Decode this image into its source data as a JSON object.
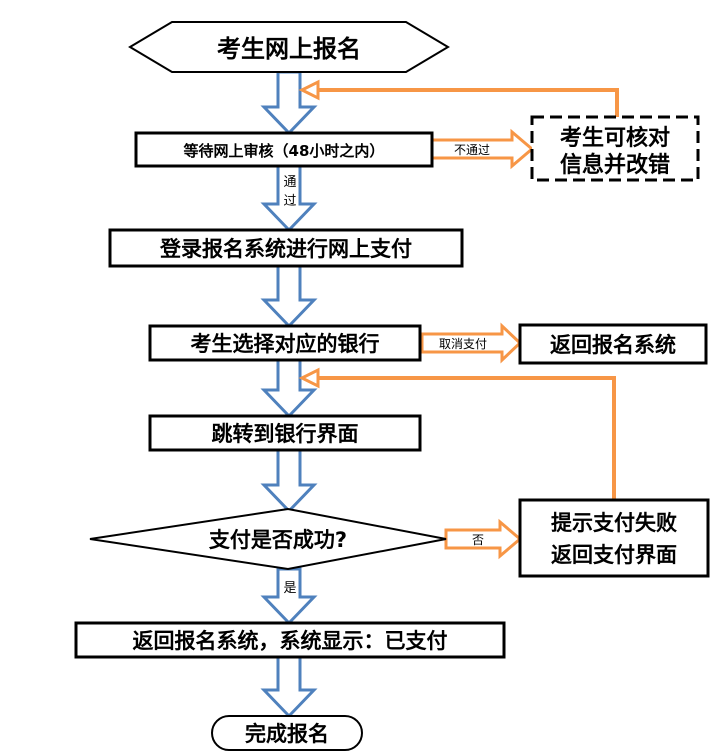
{
  "nodes": {
    "start": "考生网上报名",
    "wait_review": "等待网上审核（48小时之内）",
    "check_fix": [
      "考生可核对",
      "信息并改错"
    ],
    "login_pay": "登录报名系统进行网上支付",
    "choose_bank": "考生选择对应的银行",
    "return_system": "返回报名系统",
    "jump_bank": "跳转到银行界面",
    "decision": "支付是否成功?",
    "fail_prompt": [
      "提示支付失败",
      "返回支付界面"
    ],
    "return_paid": "返回报名系统，系统显示：已支付",
    "end": "完成报名"
  },
  "edges": {
    "not_passed": "不通过",
    "passed": [
      "通",
      "过"
    ],
    "cancel_pay": "取消支付",
    "no": "否",
    "yes": "是"
  },
  "colors": {
    "arrow_fill": "#ffffff",
    "arrow_stroke": "#4f81bd",
    "loop_line": "#f79646",
    "box_stroke": "#000000"
  }
}
